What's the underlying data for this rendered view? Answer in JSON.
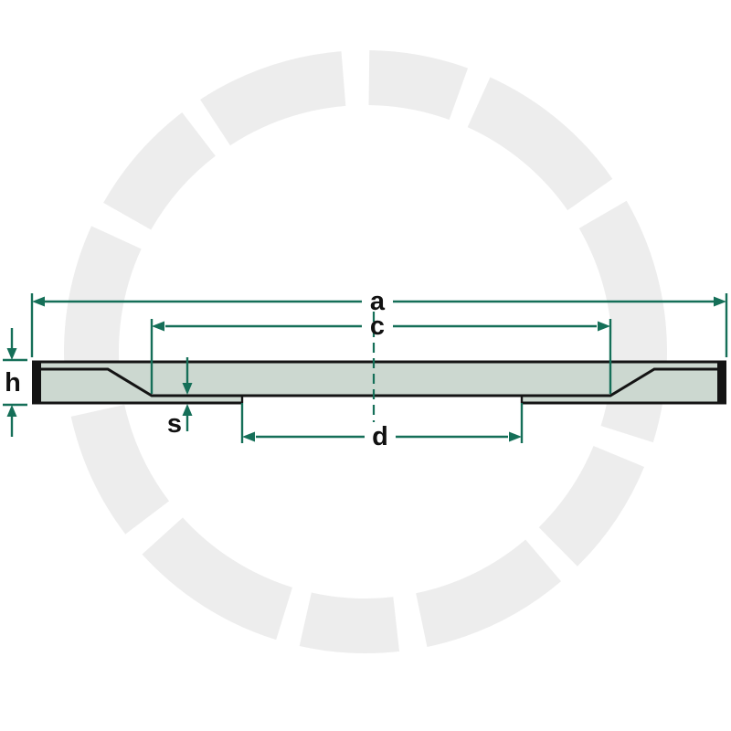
{
  "diagram": {
    "type": "technical-cross-section",
    "labels": {
      "a": "a",
      "c": "c",
      "d": "d",
      "h": "h",
      "s": "s"
    }
  },
  "colors": {
    "background": "#ffffff",
    "dimension": "#156f58",
    "part_fill": "#ccd8d0",
    "outline": "#141414",
    "label": "#111111",
    "watermark": "#ededed"
  }
}
